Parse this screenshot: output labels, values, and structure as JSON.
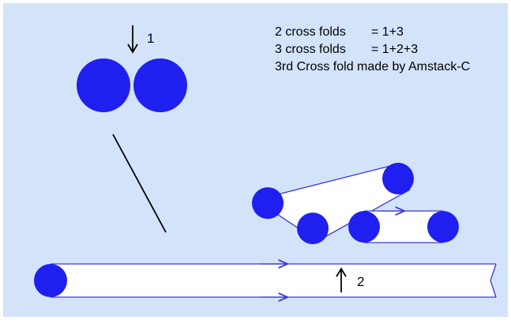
{
  "colors": {
    "background": "#d3e3fa",
    "roller_fill": "#1f1ff0",
    "belt_stroke": "#3a3ad8",
    "belt_fill": "#ffffff",
    "arrow_text": "#000000"
  },
  "notes": {
    "line1_label": "2 cross folds",
    "line1_value": "= 1+3",
    "line2_label": "3 cross folds",
    "line2_value": "= 1+2+3",
    "line3": "3rd Cross fold made by Amstack-C"
  },
  "markers": {
    "fold1_label": "1",
    "fold2_label": "2"
  }
}
